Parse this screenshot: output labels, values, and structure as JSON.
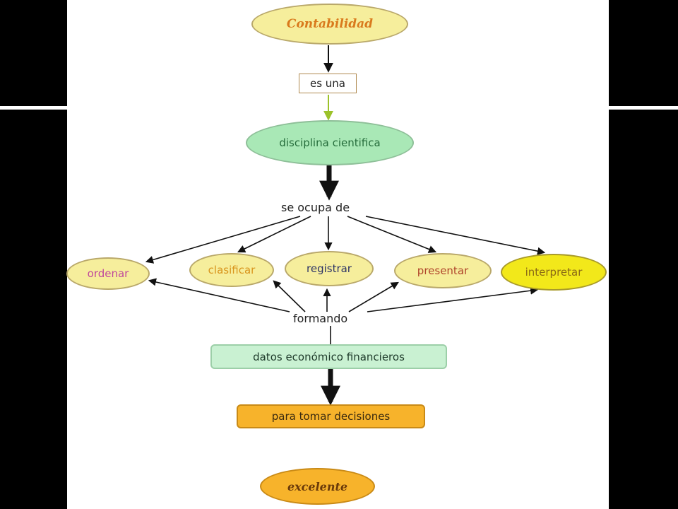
{
  "diagram": {
    "nodes": {
      "contabilidad": "Contabilidad",
      "es_una": "es una",
      "disciplina": "disciplina cientifica",
      "se_ocupa": "se ocupa de",
      "ordenar": "ordenar",
      "clasificar": "clasificar",
      "registrar": "registrar",
      "presentar": "presentar",
      "interpretar": "interpretar",
      "formando": "formando",
      "datos": "datos económico financieros",
      "decisiones": "para tomar decisiones",
      "excelente": "excelente"
    },
    "colors": {
      "yellow_fill": "#f6ee9c",
      "bright_yellow": "#f2e81a",
      "green_fill": "#a9e8b6",
      "light_green_fill": "#c9f1d2",
      "orange_fill": "#f7b32b",
      "heading_orange": "#d97a1d",
      "ordenar_text": "#c0489c",
      "clasificar_text": "#d9951d",
      "registrar_text": "#2e3566",
      "presentar_text": "#b0452b",
      "interpretar_text": "#8a6a16",
      "disciplina_text": "#256c3b"
    }
  }
}
